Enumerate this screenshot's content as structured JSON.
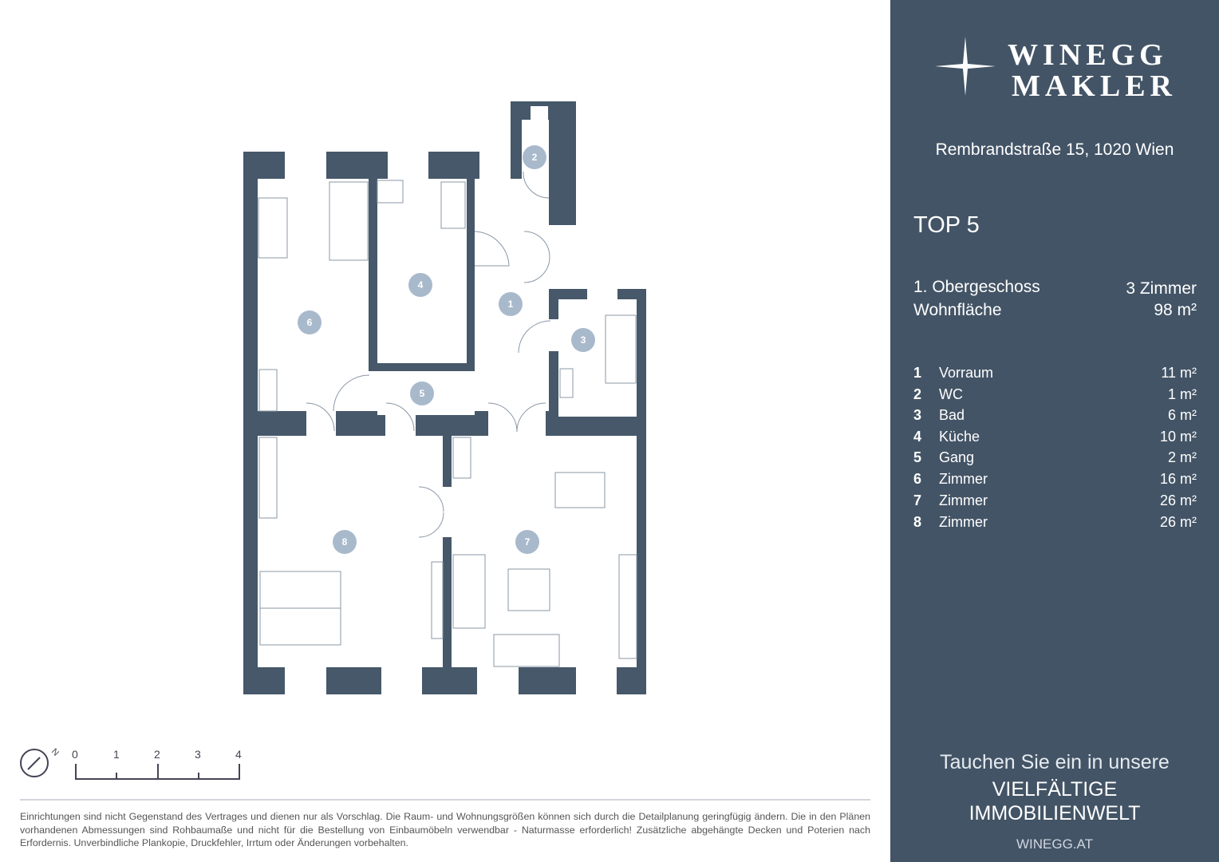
{
  "brand": {
    "line1": "WINEGG",
    "line2": "MAKLER"
  },
  "address": "Rembrandstraße 15, 1020 Wien",
  "unit": "TOP 5",
  "floor": "1. Obergeschoss",
  "rooms_count": "3 Zimmer",
  "area_label": "Wohnfläche",
  "area_value": "98 m²",
  "rooms": [
    {
      "num": "1",
      "name": "Vorraum",
      "area": "11 m²"
    },
    {
      "num": "2",
      "name": "WC",
      "area": "1 m²"
    },
    {
      "num": "3",
      "name": "Bad",
      "area": "6 m²"
    },
    {
      "num": "4",
      "name": "Küche",
      "area": "10 m²"
    },
    {
      "num": "5",
      "name": "Gang",
      "area": "2 m²"
    },
    {
      "num": "6",
      "name": "Zimmer",
      "area": "16 m²"
    },
    {
      "num": "7",
      "name": "Zimmer",
      "area": "26 m²"
    },
    {
      "num": "8",
      "name": "Zimmer",
      "area": "26 m²"
    }
  ],
  "tagline": {
    "line1": "Tauchen Sie ein in unsere",
    "line2": "VIELFÄLTIGE",
    "line3": "IMMOBILIENWELT",
    "web": "WINEGG.AT"
  },
  "scale": {
    "ticks": [
      "0",
      "1",
      "2",
      "3",
      "4"
    ],
    "north": "N"
  },
  "disclaimer": "Einrichtungen sind nicht Gegenstand des Vertrages und dienen nur als Vorschlag. Die Raum- und Wohnungsgrößen können sich durch die Detailplanung geringfügig ändern. Die in den Plänen vorhandenen Abmessungen sind Rohbaumaße und nicht für die Bestellung von Einbaumöbeln verwendbar - Naturmasse erforderlich! Zusätzliche abgehängte Decken und Poterien nach Erfordernis. Unverbindliche Plankopie, Druckfehler, Irrtum oder Änderungen vorbehalten.",
  "colors": {
    "panel": "#435466",
    "wall": "#465869",
    "marker": "#a9b9cc"
  }
}
